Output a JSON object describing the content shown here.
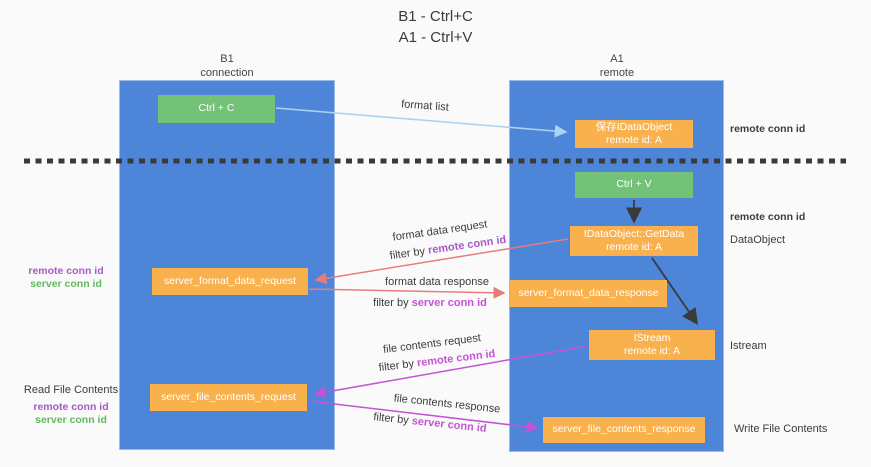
{
  "title": {
    "line1": "B1 - Ctrl+C",
    "line2": "A1 - Ctrl+V"
  },
  "lanes": {
    "left": {
      "title": "B1",
      "subtitle": "connection"
    },
    "right": {
      "title": "A1",
      "subtitle": "remote"
    }
  },
  "nodes": {
    "ctrl_c": {
      "label": "Ctrl + C"
    },
    "save_idataobject": {
      "line1": "保存IDataObject",
      "line2": "remote id: A"
    },
    "ctrl_v": {
      "label": "Ctrl + V"
    },
    "getdata": {
      "line1": "IDataObject::GetData",
      "line2": "remote id: A"
    },
    "server_format_data_request": {
      "label": "server_format_data_request"
    },
    "server_format_data_response": {
      "label": "server_format_data_response"
    },
    "istream": {
      "line1": "IStream",
      "line2": "remote id: A"
    },
    "server_file_contents_request": {
      "label": "server_file_contents_request"
    },
    "server_file_contents_response": {
      "label": "server_file_contents_response"
    }
  },
  "edges": {
    "format_list": {
      "label": "format list"
    },
    "format_data_request": {
      "label": "format data request",
      "filter_prefix": "filter by ",
      "filter_key": "remote conn id"
    },
    "format_data_response": {
      "label": "format data response",
      "filter_prefix": "filter by ",
      "filter_key": "server conn id"
    },
    "file_contents_request": {
      "label": "file contents request",
      "filter_prefix": "filter by ",
      "filter_key": "remote conn id"
    },
    "file_contents_response": {
      "label": "file contents response",
      "filter_prefix": "filter by ",
      "filter_key": "server conn id"
    }
  },
  "annotations": {
    "remote_conn_id_top_right": "remote conn id",
    "remote_conn_id_mid_right": "remote conn id",
    "dataobject": "DataObject",
    "istream": "Istream",
    "write_file_contents": "Write File Contents",
    "read_file_contents": "Read File Contents",
    "left_top": {
      "remote": "remote conn id",
      "server": "server conn id"
    },
    "left_bottom": {
      "remote": "remote conn id",
      "server": "server conn id"
    }
  },
  "colors": {
    "lane_blue": "#4d86d8",
    "green_box": "#74c278",
    "orange_box": "#f9b14e",
    "purple_text": "#a758c8",
    "green_text": "#62b862",
    "magenta_arrow": "#c653d6",
    "red_arrow": "#e87c7c",
    "light_blue_arrow": "#a9d4f0",
    "black": "#3a3a3a"
  }
}
